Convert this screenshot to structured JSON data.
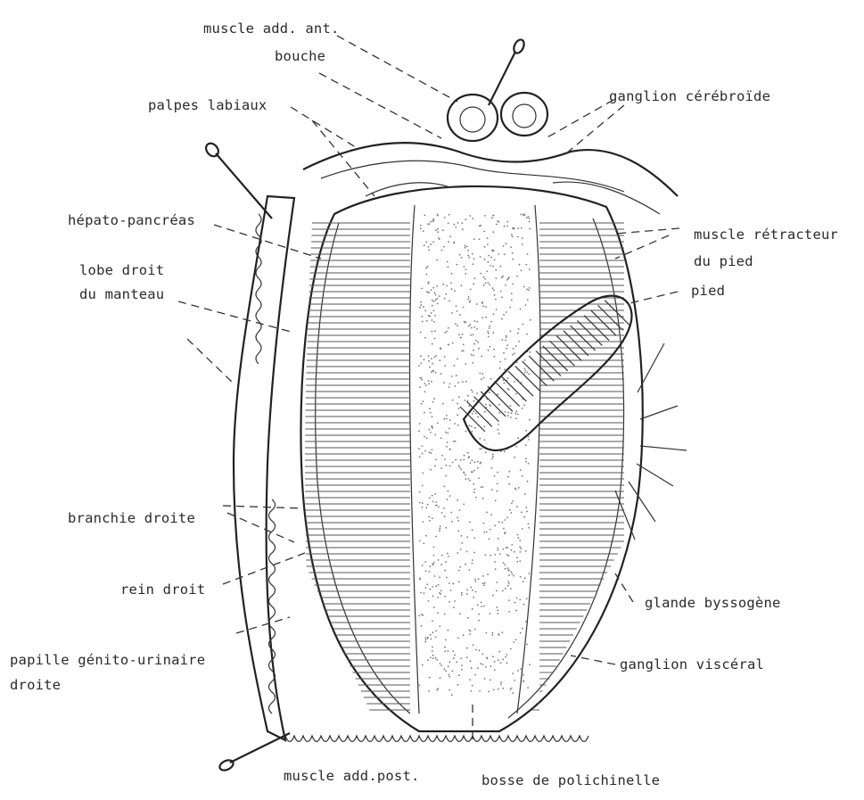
{
  "labels": {
    "muscle_add_ant": "muscle add. ant.",
    "bouche": "bouche",
    "palpes_labiaux": "palpes labiaux",
    "ganglion_cerebroide": "ganglion cérébroïde",
    "hepato_pancreas": "hépato-pancréas",
    "muscle_retracteur_1": "muscle rétracteur",
    "muscle_retracteur_2": "du pied",
    "lobe_droit_1": "lobe droit",
    "lobe_droit_2": "du manteau",
    "pied": "pied",
    "branchie_droite": "branchie droite",
    "rein_droit": "rein droit",
    "glande_byssogene": "glande byssogène",
    "papille_1": "papille génito-urinaire",
    "papille_2": "droite",
    "ganglion_visceral": "ganglion viscéral",
    "muscle_add_post": "muscle add.post.",
    "bosse_polichinelle": "bosse de polichinelle"
  },
  "colors": {
    "ink": "#2a2a2a",
    "paper": "#ffffff"
  }
}
